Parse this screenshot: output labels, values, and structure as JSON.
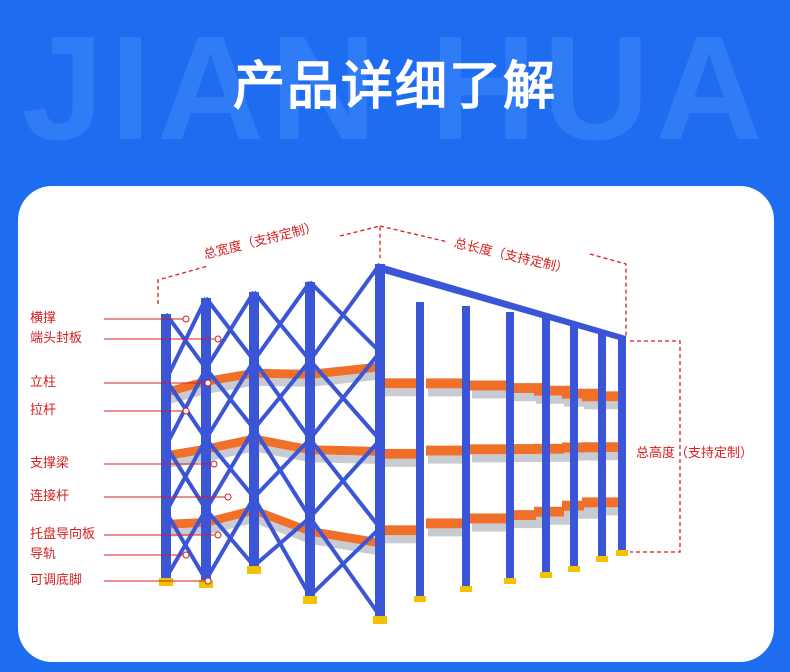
{
  "banner": {
    "watermark": "JIAN HUA",
    "title": "产品详细了解"
  },
  "dimensions": {
    "width": "总宽度（支持定制）",
    "length": "总长度（支持定制）",
    "height": "总高度（支持定制）"
  },
  "parts": [
    "横撑",
    "端头封板",
    "立柱",
    "拉杆",
    "支撑梁",
    "连接杆",
    "托盘导向板",
    "导轨",
    "可调底脚"
  ],
  "colors": {
    "background": "#1e6cf0",
    "upright": "#3a55d6",
    "beam": "#f0702a",
    "rail": "#c8ccd2",
    "annotation": "#d41f1f"
  }
}
